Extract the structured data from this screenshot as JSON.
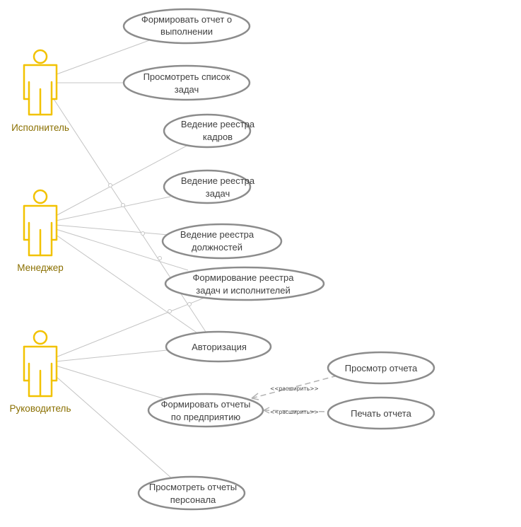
{
  "actors": {
    "executor": {
      "label": "Исполнитель"
    },
    "manager": {
      "label": "Менеджер"
    },
    "director": {
      "label": "Руководитель"
    }
  },
  "usecases": {
    "form_report": [
      "Формировать отчет о",
      "выполнении"
    ],
    "view_tasks": [
      "Просмотреть список",
      "задач"
    ],
    "staff_registry": [
      "Ведение реестра",
      "кадров"
    ],
    "task_registry": [
      "Ведение реестра",
      "задач"
    ],
    "position_registry": [
      "Ведение реестра",
      "должностей"
    ],
    "task_executor_registry": [
      "Формирование реестра",
      "задач и исполнителей"
    ],
    "authorization": [
      "Авторизация"
    ],
    "view_report": [
      "Просмотр отчета"
    ],
    "form_company_reports": [
      "Формировать отчеты",
      "по предприятию"
    ],
    "print_report": [
      "Печать отчета"
    ],
    "view_staff_reports": [
      "Просмотреть отчеты",
      "персонала"
    ]
  },
  "extend_label": "<<расширить>>",
  "colors": {
    "actor": "#f2c200",
    "actor_label": "#8a6f00",
    "ellipse_stroke": "#8c8c8c",
    "line": "#c4c4c4",
    "text": "#404040"
  }
}
